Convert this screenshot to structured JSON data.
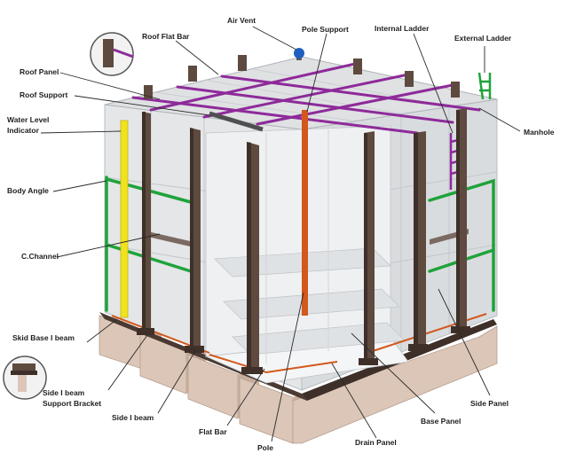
{
  "labels": {
    "air_vent": "Air Vent",
    "roof_flat_bar": "Roof Flat Bar",
    "pole_support": "Pole Support",
    "internal_ladder": "Internal Ladder",
    "external_ladder": "External Ladder",
    "roof_panel": "Roof Panel",
    "roof_support": "Roof Support",
    "water_level_1": "Water Level",
    "water_level_2": "Indicator",
    "manhole": "Manhole",
    "body_angle": "Body Angle",
    "c_channel": "C.Channel",
    "skid_base": "Skid Base I beam",
    "side_beam_bracket_1": "Side I beam",
    "side_beam_bracket_2": "Support Bracket",
    "side_i_beam": "Side I beam",
    "flat_bar": "Flat Bar",
    "pole": "Pole",
    "drain_panel": "Drain Panel",
    "base_panel": "Base Panel",
    "side_panel": "Side Panel"
  },
  "colors": {
    "panel": "#e4e6e8",
    "panel_shade": "#cfd2d5",
    "beam": "#5e4a3f",
    "beam_dark": "#3e3029",
    "purple": "#8e2a9a",
    "green": "#1fa33a",
    "yellow": "#f0e21e",
    "orange": "#d2581c",
    "concrete": "#dcc6b7",
    "vent": "#1f5fbf"
  }
}
